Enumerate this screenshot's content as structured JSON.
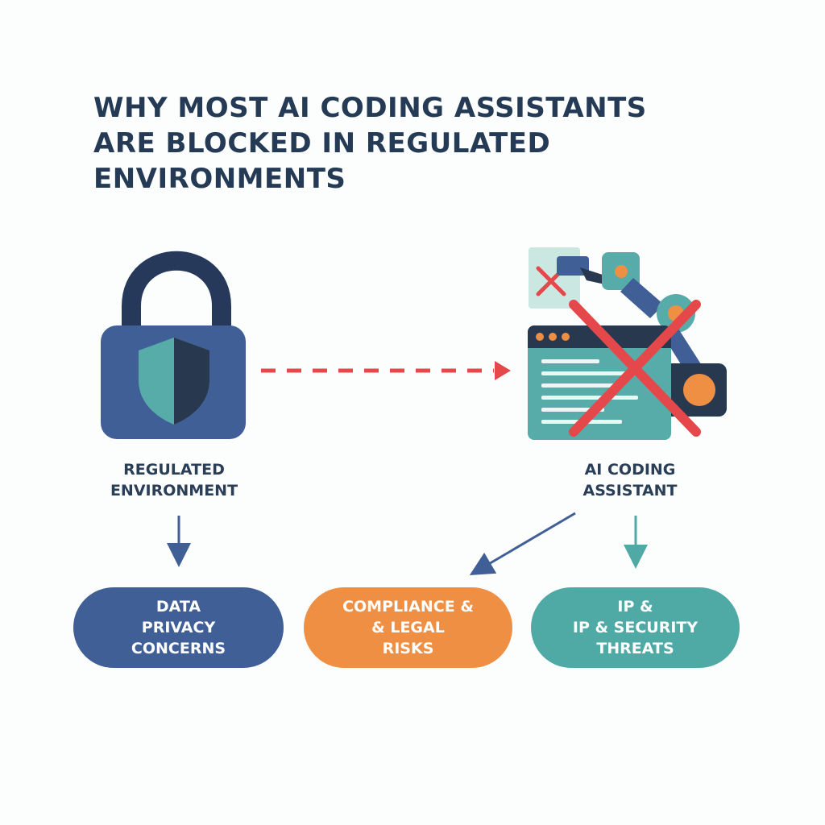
{
  "title": {
    "lines": [
      "WHY MOST AI CODING ASSISTANTS",
      "ARE BLOCKED IN REGULATED",
      "ENVIRONMENTS"
    ]
  },
  "nodes": {
    "regulated_environment": {
      "lines": [
        "REGULATED",
        "ENVIRONMENT"
      ],
      "icon": "padlock-shield-icon"
    },
    "ai_coding_assistant": {
      "lines": [
        "AI CODING",
        "ASSISTANT"
      ],
      "icon": "robot-arm-code-window-icon"
    }
  },
  "outcomes": [
    {
      "lines": [
        "DATA",
        "PRIVACY",
        "CONCERNS"
      ],
      "color": "#3f5f96"
    },
    {
      "lines": [
        "COMPLIANCE &",
        "& LEGAL",
        "RISKS"
      ],
      "color": "#ee8f44"
    },
    {
      "lines": [
        "IP &",
        "IP & SECURITY",
        "THREATS"
      ],
      "color": "#4fa9a4"
    }
  ],
  "colors": {
    "navy": "#253b55",
    "blue": "#3f5f96",
    "teal": "#4fa9a4",
    "orange": "#ee8f44",
    "red": "#e4484a"
  }
}
